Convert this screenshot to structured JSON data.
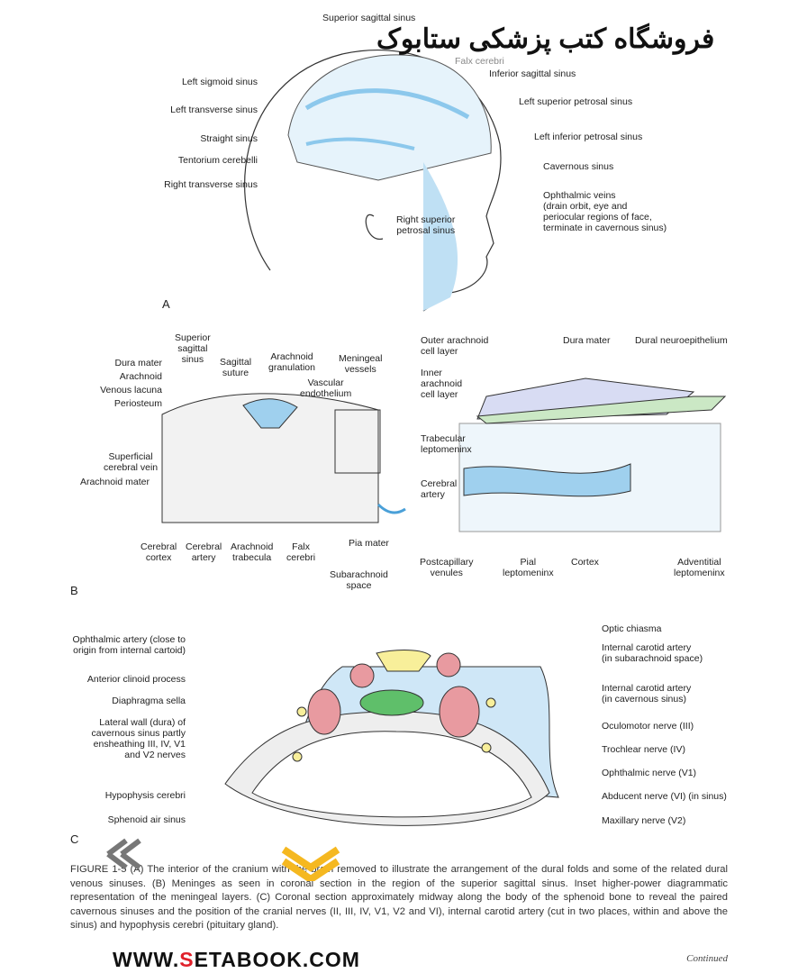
{
  "watermark": {
    "persian": "فروشگاه کتب پزشکی ستابوک",
    "url_pre": "WWW.",
    "url_s": "S",
    "url_post": "ETABOOK.COM"
  },
  "panel_a": {
    "letter": "A",
    "labels": [
      "Superior sagittal sinus",
      "Falx cerebri",
      "Inferior sagittal sinus",
      "Left sigmoid sinus",
      "Left superior petrosal sinus",
      "Left transverse sinus",
      "Left inferior petrosal sinus",
      "Straight sinus",
      "Cavernous sinus",
      "Tentorium cerebelli",
      "Right transverse sinus",
      "Ophthalmic veins\n(drain orbit, eye and\nperiocular regions of face,\nterminate in cavernous sinus)",
      "Right superior\npetrosal sinus"
    ]
  },
  "panel_b": {
    "letter": "B",
    "labels": [
      "Superior\nsagittal\nsinus",
      "Dura mater",
      "Arachnoid",
      "Venous lacuna",
      "Periosteum",
      "Sagittal\nsuture",
      "Arachnoid\ngranulation",
      "Meningeal\nvessels",
      "Vascular\nendothelium",
      "Superficial\ncerebral vein",
      "Arachnoid mater",
      "Cerebral\ncortex",
      "Cerebral\nartery",
      "Arachnoid\ntrabecula",
      "Falx\ncerebri",
      "Pia mater",
      "Subarachnoid\nspace",
      "Outer arachnoid\ncell layer",
      "Dura mater",
      "Dural neuroepithelium",
      "Inner\narachnoid\ncell layer",
      "Trabecular\nleptomeninx",
      "Cerebral\nartery",
      "Postcapillary\nvenules",
      "Pial\nleptomeninx",
      "Cortex",
      "Adventitial\nleptomeninx"
    ]
  },
  "panel_c": {
    "letter": "C",
    "labels": [
      "Ophthalmic artery (close to\norigin from internal cartoid)",
      "Anterior clinoid process",
      "Diaphragma sella",
      "Lateral wall (dura) of\ncavernous sinus partly\nensheathing III, IV, V1\nand V2 nerves",
      "Hypophysis cerebri",
      "Sphenoid air sinus",
      "Optic chiasma",
      "Internal carotid artery\n(in subarachnoid space)",
      "Internal carotid artery\n(in cavernous sinus)",
      "Oculomotor nerve (III)",
      "Trochlear nerve (IV)",
      "Ophthalmic nerve (V1)",
      "Abducent nerve (VI) (in sinus)",
      "Maxillary nerve (V2)"
    ]
  },
  "caption": {
    "text": "FIGURE 1-5 (A) The interior of the cranium with the brain removed to illustrate the arrangement of the dural folds and some of the related dural venous sinuses. (B) Meninges as seen in coronal section in the region of the superior sagittal sinus. Inset higher-power diagrammatic representation of the meningeal layers. (C) Coronal section approximately midway along the body of the sphenoid bone to reveal the paired cavernous sinuses and the position of the cranial nerves (II, III, IV, V1, V2 and VI), internal carotid artery (cut in two places, within and above the sinus) and hypophysis cerebri (pituitary gland).",
    "continued": "Continued"
  },
  "colors": {
    "blue": "#9fd0ee",
    "red": "#e89aa0",
    "yellow": "#f8ef9a",
    "green": "#5fbf6a"
  }
}
